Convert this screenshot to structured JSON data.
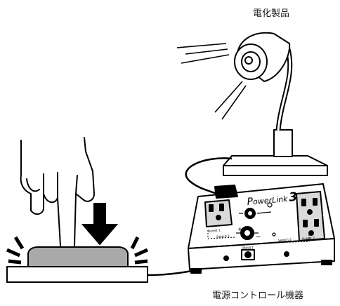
{
  "labels": {
    "appliance": "電化製品",
    "controller": "電源コントロール機器"
  },
  "device": {
    "brand_prefix": "P",
    "brand_name": "owerLink",
    "brand_number": "3",
    "outlet1_label": "Outlet 1",
    "outlet2_label": "Outlet 2",
    "switch1_label": "Switch 1",
    "switch2_label": "Switch 2",
    "onoff_label": "ON/OFF",
    "plus": "+",
    "minus": "−"
  },
  "colors": {
    "ink": "#000000",
    "paper": "#ffffff",
    "button_fill": "#a9a9a9",
    "outlet_fill": "#d9d9d9"
  }
}
